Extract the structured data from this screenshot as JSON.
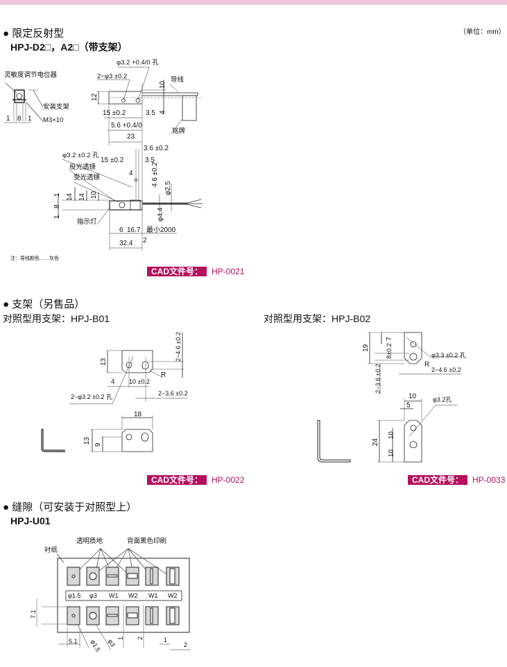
{
  "unit_note": "（单位：mm）",
  "s1": {
    "title": "● 限定反射型",
    "subtitle": "HPJ-D2□，A2□（带支架）",
    "labels": {
      "potentiometer": "灵敏度调节电位器",
      "bracket": "安装支架",
      "screw": "M3×10",
      "hole_top": "φ3.2 +0.4/0 孔",
      "holes2": "2−φ3 ±0.2",
      "lead": "导线",
      "nameplate": "铭牌",
      "emit_lens": "投光透镜",
      "recv_lens": "受光透镜",
      "indicator": "指示灯",
      "hole_front": "φ3.2 ±0.2 孔",
      "min_len": "最小2000"
    },
    "dims": {
      "d1a": "1",
      "d8": "8",
      "d1b": "1",
      "d12": "12",
      "d10": "10",
      "d4": "4",
      "d15": "15 ±0.2",
      "d35": "3.5",
      "d56": "5.6 +0.4/0",
      "d23": "23",
      "d36": "3.6 ±0.2",
      "d15b": "15 ±0.2",
      "d35b": "3.5",
      "d4b": "4",
      "d46": "4.6 ±0.2",
      "dphi25": "φ2.5",
      "d14a": "14",
      "d14b": "14",
      "d10b": "10",
      "d1c": "1",
      "d8b": "8",
      "d1d": "1",
      "d6": "6",
      "d167": "16.7",
      "dphi44": "φ4.4",
      "d2": "2",
      "d324": "32.4"
    },
    "note": "注：导线颜色……灰色",
    "cad_label": "CAD文件号：",
    "cad_no": "HP-0021"
  },
  "s2": {
    "title": "● 支架（另售品）",
    "b01": {
      "title": "对照型用支架：HPJ-B01",
      "dims": {
        "d13": "13",
        "d46": "2−4.6 ±0.2",
        "d4": "4",
        "d10": "10 ±0.2",
        "r": "R",
        "holes": "2−φ3.2 ±0.2 孔",
        "d36": "2−3.6 ±0.2",
        "d18": "18",
        "d13b": "13",
        "d9": "9"
      },
      "cad_label": "CAD文件号：",
      "cad_no": "HP-0022"
    },
    "b02": {
      "title": "对照型用支架：HPJ-B02",
      "dims": {
        "d19": "19",
        "d7": "7",
        "d8": "8±0.2",
        "hole": "φ3.3 ±0.2 孔",
        "r": "R",
        "d46": "2−4.6 ±0.2",
        "d36": "2−3.6 ±0.2",
        "d10": "10",
        "d5": "5",
        "hole2": "φ3.2孔",
        "d24": "24",
        "d10b": "10",
        "d10c": "10"
      },
      "cad_label": "CAD文件号：",
      "cad_no": "HP-0033"
    }
  },
  "s3": {
    "title": "● 缝隙（可安装于对照型上）",
    "subtitle": "HPJ-U01",
    "labels": {
      "backing": "衬纸",
      "transparent": "透明质地",
      "black_print": "背面黑色印刷"
    },
    "slits": [
      "φ1.5",
      "φ3",
      "W1",
      "W2",
      "W1",
      "W2"
    ],
    "dims": {
      "d71": "7.1",
      "d51": "5.1",
      "dphi15": "φ1.5",
      "dphi3": "φ3",
      "d1": "1",
      "d2": "2",
      "d1b": "1",
      "d2b": "2"
    }
  }
}
